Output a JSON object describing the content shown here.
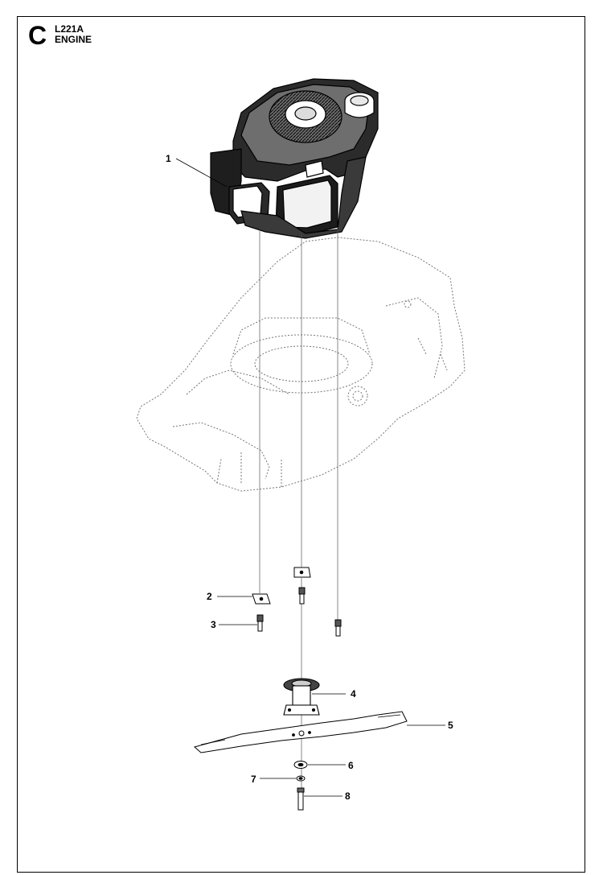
{
  "header": {
    "section": "C",
    "model": "L221A",
    "title": "ENGINE"
  },
  "callouts": [
    {
      "id": "callout-1",
      "label": "1"
    },
    {
      "id": "callout-2",
      "label": "2"
    },
    {
      "id": "callout-3",
      "label": "3"
    },
    {
      "id": "callout-4",
      "label": "4"
    },
    {
      "id": "callout-5",
      "label": "5"
    },
    {
      "id": "callout-6",
      "label": "6"
    },
    {
      "id": "callout-7",
      "label": "7"
    },
    {
      "id": "callout-8",
      "label": "8"
    }
  ],
  "parts": [
    {
      "name": "engine"
    },
    {
      "name": "mower-deck"
    },
    {
      "name": "bracket-plate"
    },
    {
      "name": "bolt"
    },
    {
      "name": "blade-adapter"
    },
    {
      "name": "cutting-blade"
    },
    {
      "name": "washer"
    },
    {
      "name": "lock-washer"
    },
    {
      "name": "blade-bolt"
    }
  ]
}
